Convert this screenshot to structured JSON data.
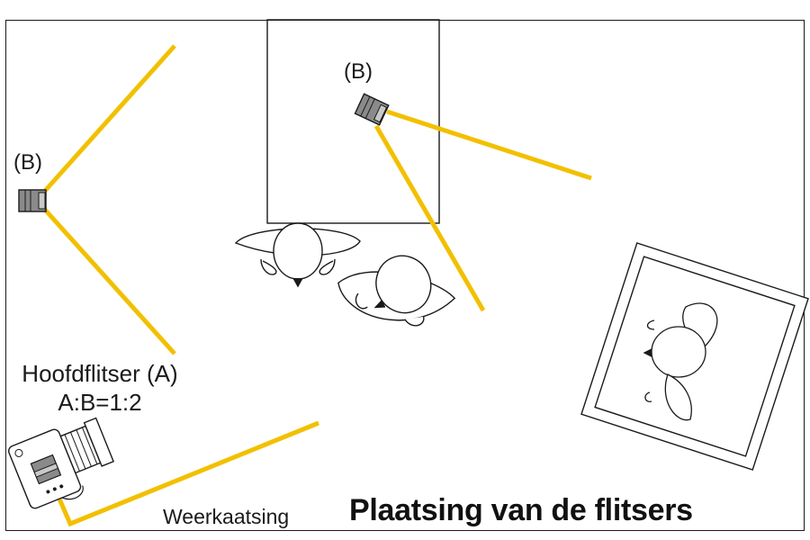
{
  "diagram": {
    "title": "Plaatsing van de flitsers",
    "flash_b_left_label": "(B)",
    "flash_b_top_label": "(B)",
    "main_flash_label": "Hoofdflitser (A)",
    "ratio_label": "A:B=1:2",
    "bounce_label": "Weerkaatsing",
    "colors": {
      "light_beam": "#f2c000",
      "outline": "#1a1a1a",
      "flash_body": "#8a8a8a"
    }
  }
}
